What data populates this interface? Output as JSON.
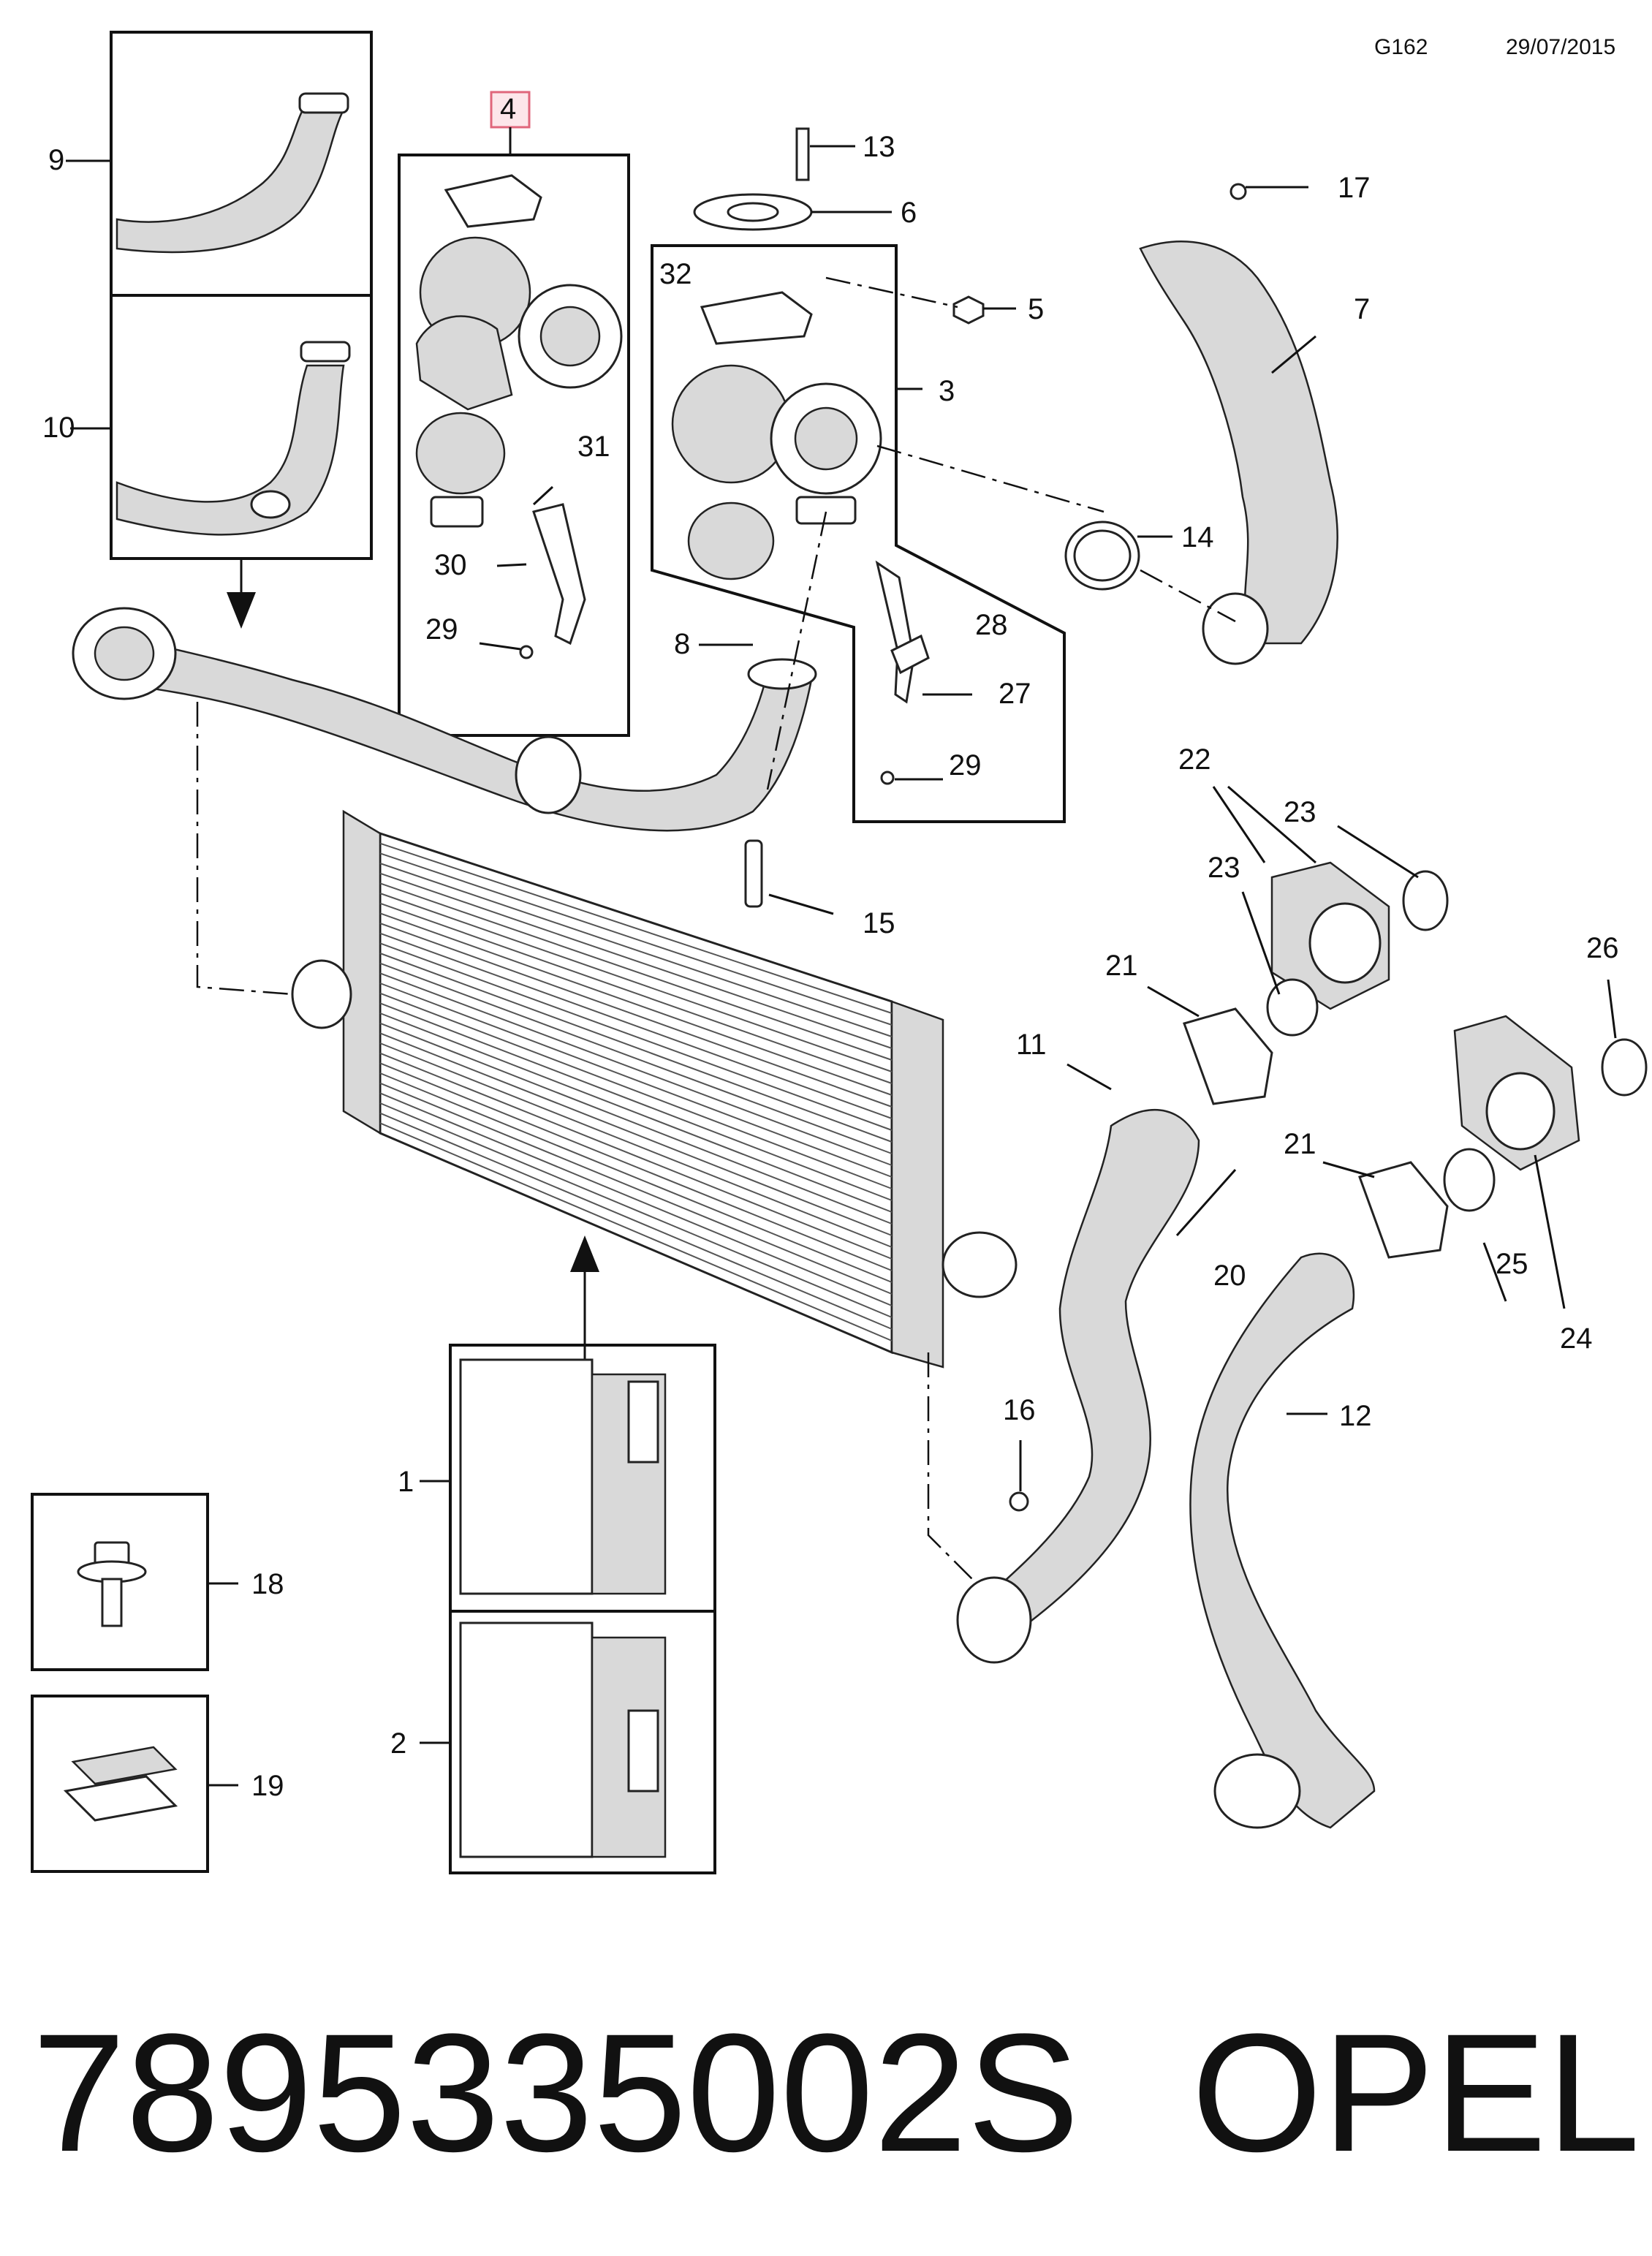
{
  "header": {
    "code": "G162",
    "date": "29/07/2015"
  },
  "footer": {
    "part_number": "7895335002S",
    "brand": "OPEL"
  },
  "callouts": [
    {
      "label": "9"
    },
    {
      "label": "10"
    },
    {
      "label": "4"
    },
    {
      "label": "13"
    },
    {
      "label": "6"
    },
    {
      "label": "32"
    },
    {
      "label": "5"
    },
    {
      "label": "3"
    },
    {
      "label": "31"
    },
    {
      "label": "30"
    },
    {
      "label": "29"
    },
    {
      "label": "14"
    },
    {
      "label": "28"
    },
    {
      "label": "8"
    },
    {
      "label": "27"
    },
    {
      "label": "29"
    },
    {
      "label": "15"
    },
    {
      "label": "17"
    },
    {
      "label": "7"
    },
    {
      "label": "22"
    },
    {
      "label": "23"
    },
    {
      "label": "23"
    },
    {
      "label": "26"
    },
    {
      "label": "21"
    },
    {
      "label": "11"
    },
    {
      "label": "21"
    },
    {
      "label": "20"
    },
    {
      "label": "25"
    },
    {
      "label": "24"
    },
    {
      "label": "16"
    },
    {
      "label": "12"
    },
    {
      "label": "1"
    },
    {
      "label": "2"
    },
    {
      "label": "18"
    },
    {
      "label": "19"
    }
  ]
}
